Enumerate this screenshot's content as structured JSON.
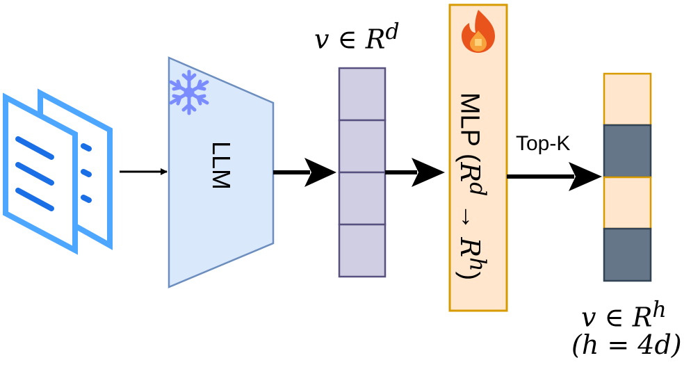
{
  "nodes": {
    "llm": {
      "label": "LLM",
      "fill": "#dae8fc",
      "stroke": "#6c8ebf"
    },
    "mlp": {
      "label_prefix": "MLP (",
      "label_math": "R",
      "label_sup_d": "d",
      "label_arrow": " → ",
      "label_sup_h": "h",
      "label_suffix": ")",
      "fill": "#ffe6cc",
      "stroke": "#d79b00"
    },
    "vector_d": {
      "cells": 4,
      "fill": "#d0cee2",
      "stroke": "#56517e"
    },
    "vector_h": {
      "cells": [
        "#ffe6cc",
        "#647687",
        "#ffe6cc",
        "#647687"
      ],
      "stroke_light": "#d79b00",
      "stroke_dark": "#314354"
    }
  },
  "labels": {
    "vd": {
      "var": "v ∈ R",
      "sup": "d"
    },
    "vh": {
      "var": "v ∈ R",
      "sup": "h"
    },
    "h_eq": "(h = 4d)",
    "topk": "Top-K"
  },
  "icons": {
    "documents": {
      "color": "#4da6ff",
      "line_color": "#1a6fe6"
    },
    "snowflake": {
      "color": "#7b8cff"
    },
    "fire": {
      "color": "#e8541c"
    }
  }
}
